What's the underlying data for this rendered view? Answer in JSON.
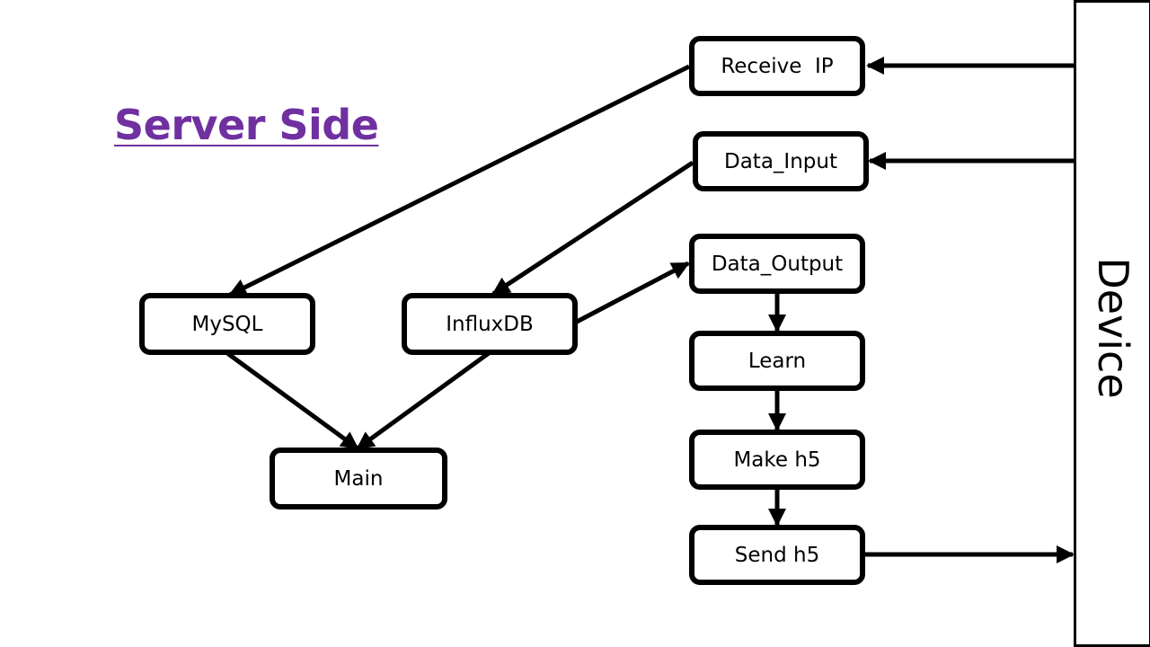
{
  "title": "Server Side",
  "colors": {
    "title": "#7030A0",
    "stroke": "#000000"
  },
  "nodes": {
    "receive_ip": "Receive  IP",
    "data_input": "Data_Input",
    "data_output": "Data_Output",
    "learn": "Learn",
    "make_h5": "Make h5",
    "send_h5": "Send h5",
    "mysql": "MySQL",
    "influxdb": "InfluxDB",
    "main": "Main",
    "device": "Device"
  },
  "edges": [
    {
      "from": "device",
      "to": "receive_ip"
    },
    {
      "from": "device",
      "to": "data_input"
    },
    {
      "from": "receive_ip",
      "to": "mysql"
    },
    {
      "from": "data_input",
      "to": "influxdb"
    },
    {
      "from": "influxdb",
      "to": "data_output"
    },
    {
      "from": "mysql",
      "to": "main"
    },
    {
      "from": "influxdb",
      "to": "main"
    },
    {
      "from": "data_output",
      "to": "learn"
    },
    {
      "from": "learn",
      "to": "make_h5"
    },
    {
      "from": "make_h5",
      "to": "send_h5"
    },
    {
      "from": "send_h5",
      "to": "device"
    }
  ]
}
